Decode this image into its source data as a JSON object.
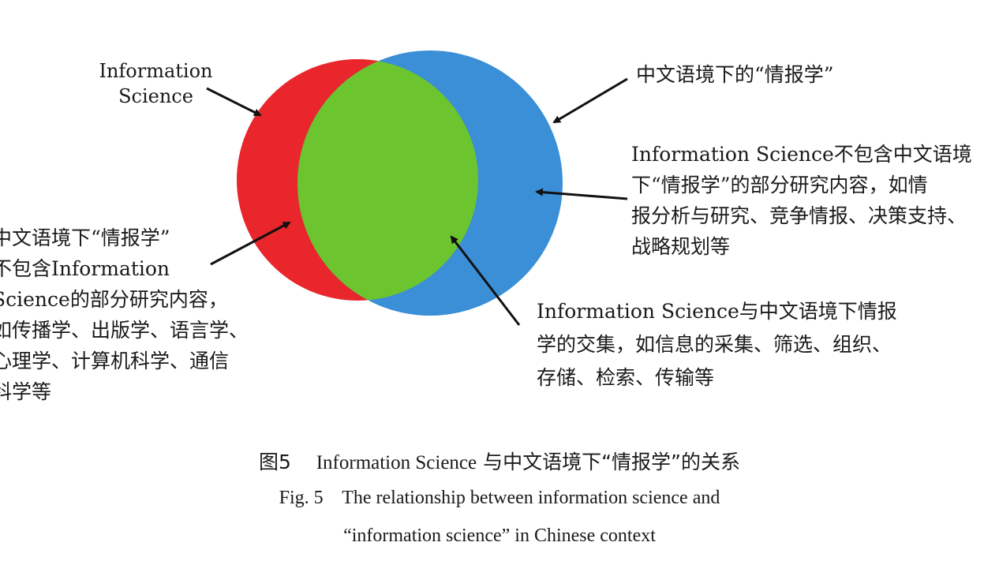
{
  "circles": {
    "information_science_color": "#e8262b",
    "chinese_info_science_color": "#3a8fd6",
    "intersection_color": "#6cc42e"
  },
  "labels": {
    "information_science": [
      "Information",
      "Science"
    ],
    "chinese_info_science": "中文语境下的“情报学”",
    "right_only": [
      "Information Science不包含中文语境",
      "下“情报学”的部分研究内容，如情",
      "报分析与研究、竞争情报、决策支持、",
      "战略规划等"
    ],
    "left_only": [
      "中文语境下“情报学”",
      "不包含Information",
      "Science的部分研究内容，",
      "如传播学、出版学、语言学、",
      "心理学、计算机科学、通信",
      "科学等"
    ],
    "intersection": [
      "Information Science与中文语境下情报",
      "学的交集，如信息的采集、筛选、组织、",
      "存储、检索、传输等"
    ]
  },
  "caption": {
    "zh_prefix": "图5",
    "zh_en": "Information Science",
    "zh_suffix": "与中文语境下“情报学”的关系",
    "en_line1": "Fig. 5    The relationship between information science and",
    "en_line2": "“information science” in Chinese context"
  }
}
